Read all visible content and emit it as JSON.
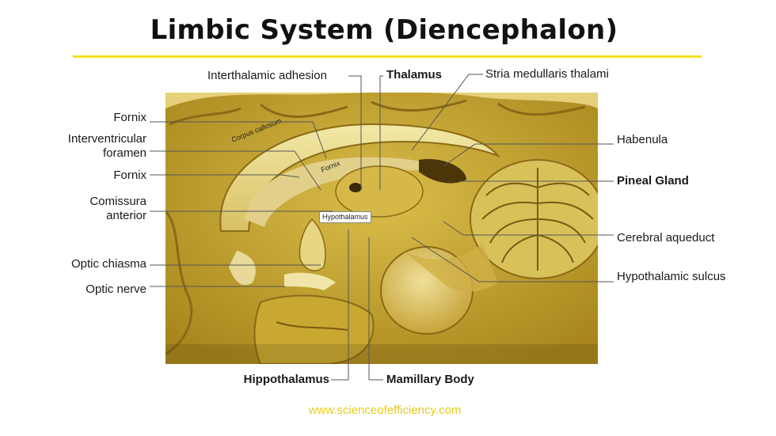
{
  "title": "Limbic System (Diencephalon)",
  "website": "www.scienceofefficiency.com",
  "colors": {
    "accent": "#f2e01a",
    "url_color": "#e8cc1c",
    "leader_line": "#555555",
    "tissue_light": "#e9d98a",
    "tissue_mid": "#c9a832",
    "tissue_dark": "#7a5a12"
  },
  "labels": {
    "fornix_top": "Fornix",
    "interventricular_foramen_1": "Interventricular",
    "interventricular_foramen_2": "foramen",
    "fornix_mid": "Fornix",
    "comissura_anterior_1": "Comissura",
    "comissura_anterior_2": "anterior",
    "optic_chiasma": "Optic chiasma",
    "optic_nerve": "Optic nerve",
    "interthalamic_adhesion": "Interthalamic adhesion",
    "thalamus": "Thalamus",
    "stria_medullaris": "Stria medullaris thalami",
    "habenula": "Habenula",
    "pineal_gland": "Pineal Gland",
    "cerebral_aqueduct": "Cerebral aqueduct",
    "hypothalamic_sulcus": "Hypothalamic sulcus",
    "hippothalamus": "Hippothalamus",
    "mamillary_body": "Mamillary Body"
  },
  "image_labels": {
    "corpus_callosum": "Corpus callosum",
    "fornix": "Fornix",
    "hypothalamus": "Hypothalamus"
  }
}
